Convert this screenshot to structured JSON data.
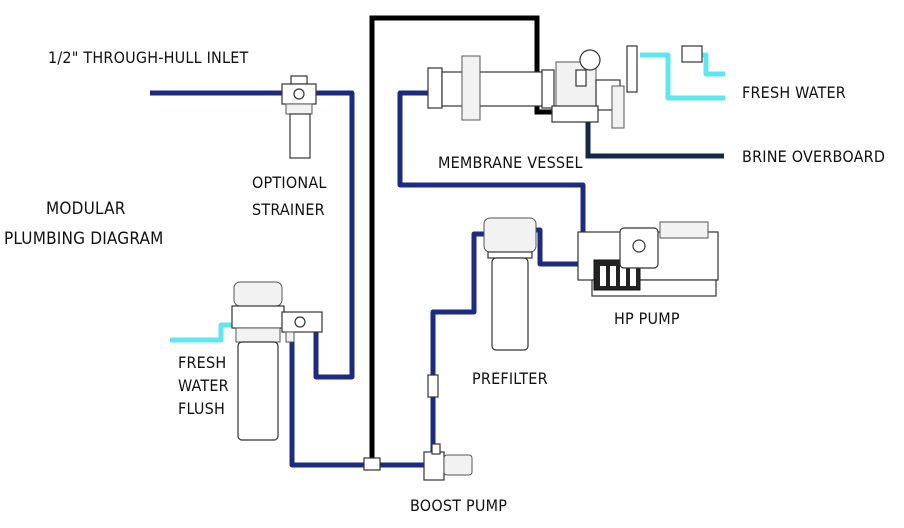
{
  "labels": {
    "inlet": "1/2\" THROUGH-HULL INLET",
    "strainer_line1": "OPTIONAL",
    "strainer_line2": "STRAINER",
    "title_line1": "MODULAR",
    "title_line2": "PLUMBING DIAGRAM",
    "flush_line1": "FRESH",
    "flush_line2": "WATER",
    "flush_line3": "FLUSH",
    "membrane": "MEMBRANE VESSEL",
    "fresh_water": "FRESH WATER",
    "brine": "BRINE OVERBOARD",
    "hp_pump": "HP PUMP",
    "prefilter": "PREFILTER",
    "boost_pump": "BOOST PUMP"
  },
  "colors": {
    "feed_pipe": "#1c2a80",
    "fresh_pipe": "#5fe6ee",
    "high_pressure_pipe": "#000000",
    "brine_pipe": "#122a48"
  }
}
